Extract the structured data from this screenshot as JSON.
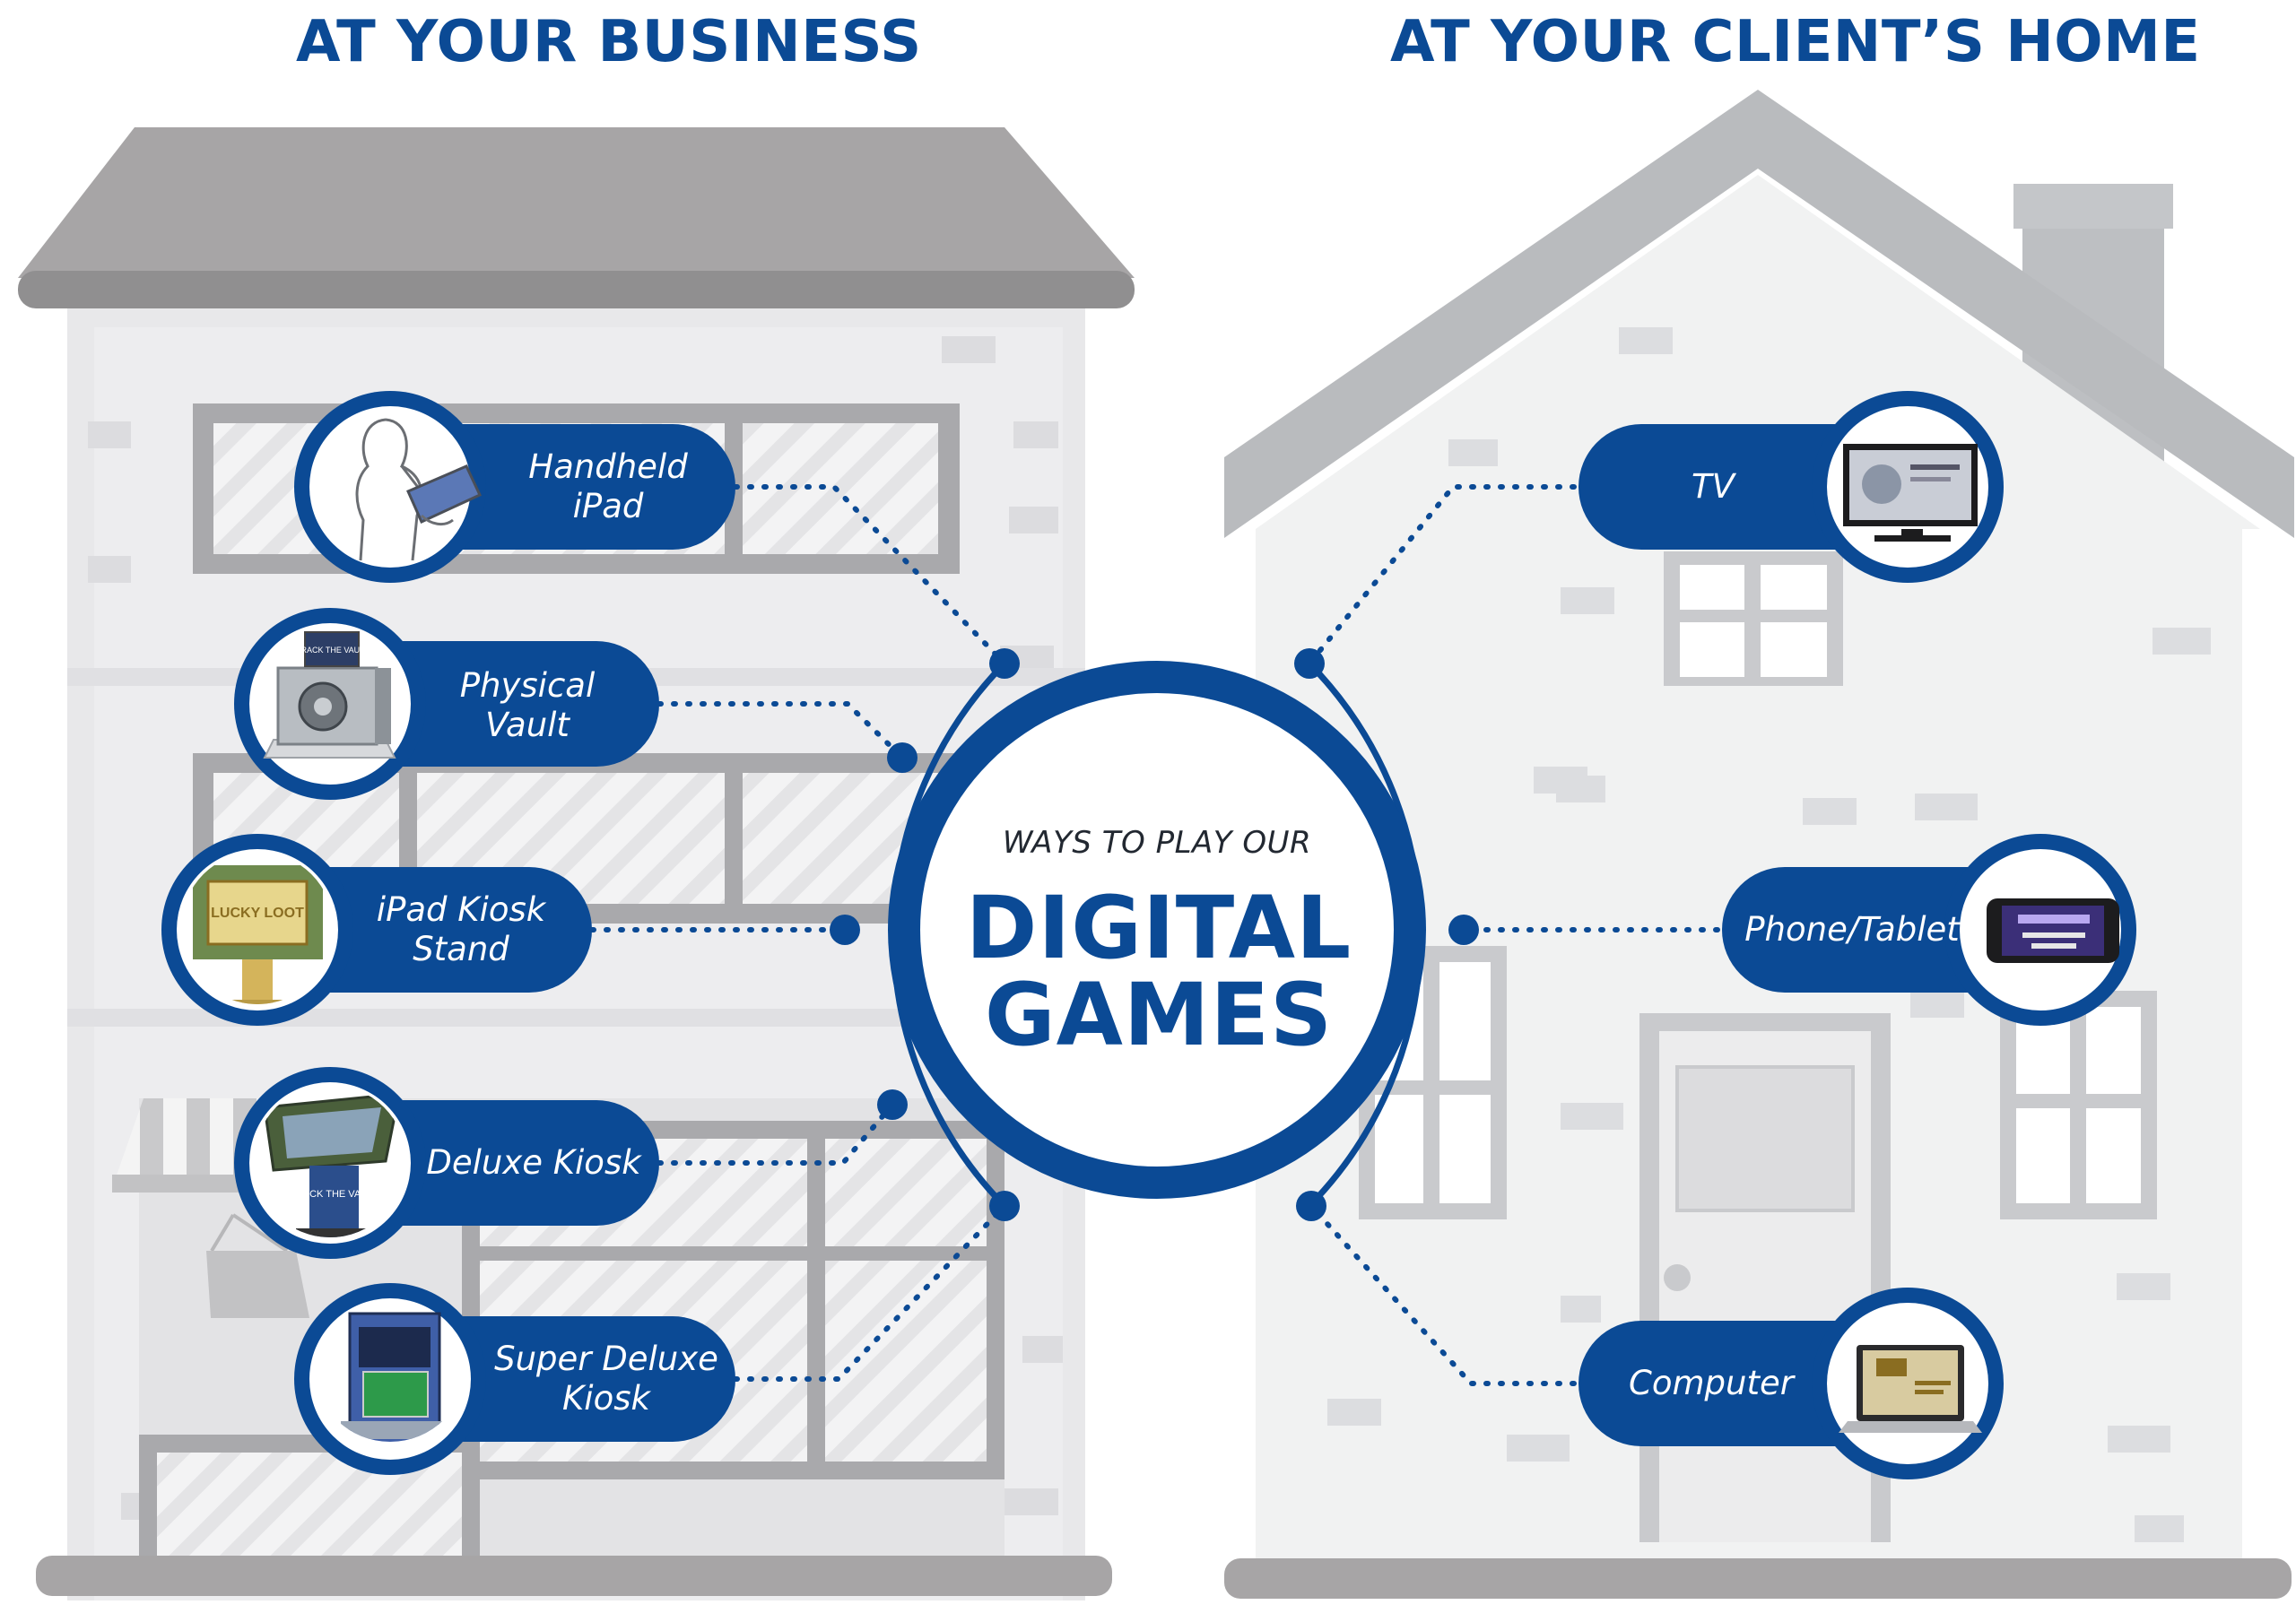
{
  "headings": {
    "business": "AT YOUR BUSINESS",
    "home": "AT YOUR CLIENT’S HOME"
  },
  "center": {
    "top_line": "WAYS TO PLAY OUR",
    "line1": "DIGITAL",
    "line2": "GAMES"
  },
  "business_items": [
    {
      "line1": "Handheld",
      "line2": "iPad"
    },
    {
      "line1": "Physical",
      "line2": "Vault"
    },
    {
      "line1": "iPad Kiosk",
      "line2": "Stand"
    },
    {
      "line1": "Deluxe Kiosk"
    },
    {
      "line1": "Super Deluxe",
      "line2": "Kiosk"
    }
  ],
  "home_items": [
    {
      "line1": "TV"
    },
    {
      "line1": "Phone/Tablet"
    },
    {
      "line1": "Computer"
    }
  ],
  "device_lettering": {
    "vault_label": "CRACK THE VAULT",
    "kiosk_label": "CRACK THE VAULT",
    "lucky_label": "LUCKY LOOT"
  },
  "colors": {
    "brand_blue": "#0b4a95",
    "building_gray": "#e8e8ea",
    "roof_gray": "#a7a5a6",
    "house_wall": "#f1f2f2",
    "house_roof": "#b9bbbe"
  },
  "icons": {
    "ipad_user": "person-holding-tablet-icon",
    "vault": "vault-icon",
    "ipad_kiosk": "money-kiosk-icon",
    "deluxe_kiosk": "deluxe-kiosk-icon",
    "super_kiosk": "arcade-cabinet-icon",
    "tv": "tv-icon",
    "phone": "phone-icon",
    "computer": "laptop-icon"
  }
}
